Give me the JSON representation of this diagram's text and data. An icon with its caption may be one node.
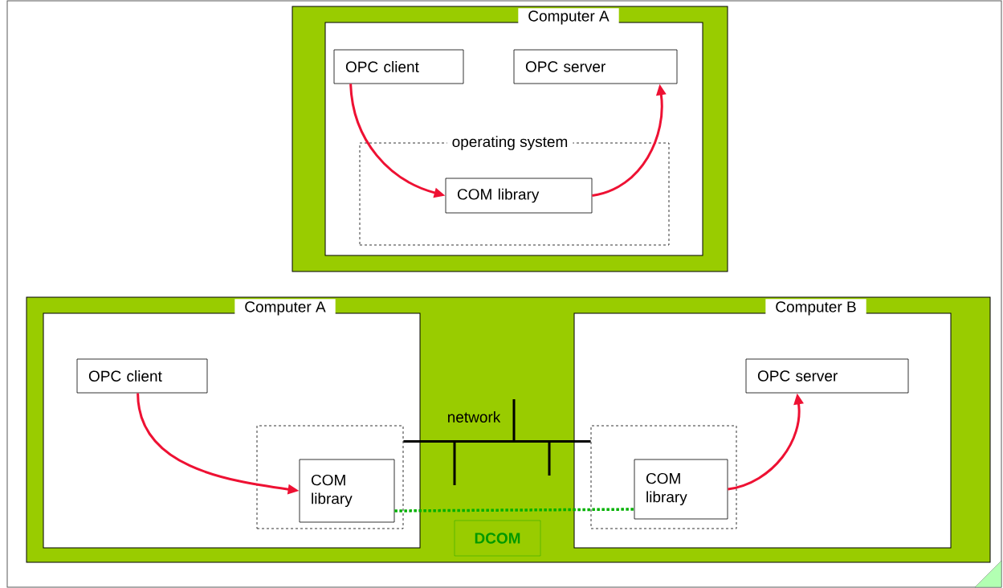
{
  "diagram": {
    "nodes": [
      {
        "text": [],
        "shape": "box"
      },
      {
        "text": [
          "Computer A"
        ],
        "in": 0
      },
      {
        "text": [
          "OPC client"
        ],
        "in": 1
      },
      {
        "text": [
          "OPC server"
        ],
        "in": 1
      },
      {
        "text": [
          "operating system"
        ],
        "in": 1
      },
      {
        "text": [
          "COM library"
        ],
        "in": 4
      },
      {
        "text": [],
        "shape": "box"
      },
      {
        "text": [
          "Computer A"
        ],
        "in": 6
      },
      {
        "text": [
          "OPC client"
        ],
        "in": 7
      },
      {
        "text": [],
        "shape": "box",
        "in": 7
      },
      {
        "text": [
          "COM library"
        ],
        "in": 9
      },
      {
        "text": [
          "Computer B"
        ],
        "in": 6
      },
      {
        "text": [
          "OPC server"
        ],
        "in": 11
      },
      {
        "text": [],
        "shape": "box",
        "in": 11
      },
      {
        "text": [
          "COM library"
        ],
        "in": 13
      },
      {
        "text": [
          "DCOM"
        ],
        "in": 6
      }
    ],
    "edges": [
      {
        "from": 2,
        "to": 5,
        "arrow": "to",
        "color": "#ee1133"
      },
      {
        "from": 5,
        "to": 3,
        "arrow": "to",
        "color": "#ee1133"
      },
      {
        "from": 8,
        "to": 10,
        "arrow": "to",
        "color": "#ee1133"
      },
      {
        "from": 14,
        "to": 12,
        "arrow": "to",
        "color": "#ee1133"
      },
      {
        "from": 10,
        "to": 14,
        "arrow": "none",
        "style": "dashed",
        "color": "#00b000"
      },
      {
        "from": 9,
        "to": 13,
        "arrow": "none",
        "color": "#000000",
        "label": "network"
      }
    ]
  }
}
